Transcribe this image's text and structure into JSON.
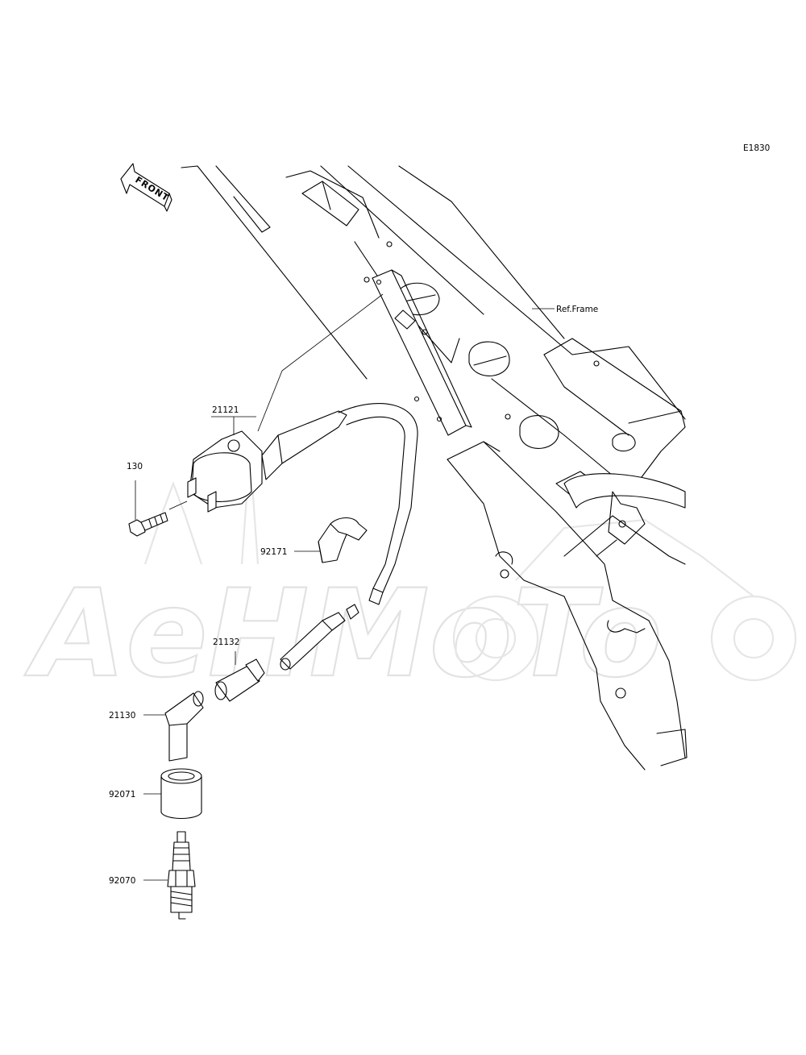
{
  "diagram": {
    "code": "E1830",
    "front_label": "FRONT",
    "watermark": "AeHMoTo",
    "parts": [
      {
        "number": "21121"
      },
      {
        "number": "130"
      },
      {
        "number": "92171"
      },
      {
        "number": "21132"
      },
      {
        "number": "21130"
      },
      {
        "number": "92071"
      },
      {
        "number": "92070"
      }
    ],
    "reference": {
      "label": "Ref.Frame"
    }
  }
}
